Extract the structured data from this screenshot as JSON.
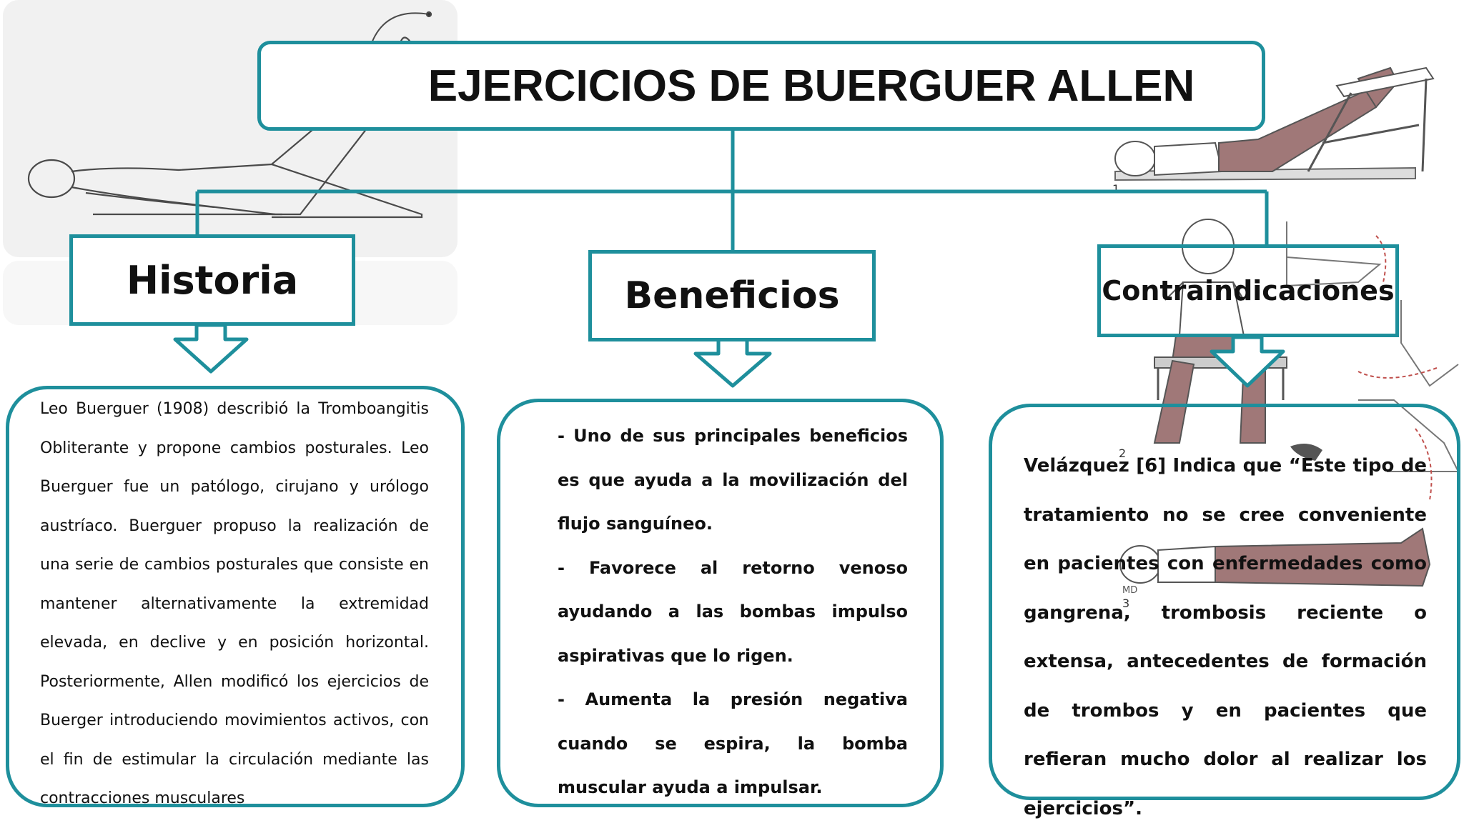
{
  "title": "EJERCICIOS DE BUERGUER ALLEN",
  "colors": {
    "accent": "#1e8f9c",
    "figure_fill": "#a07878",
    "figure_line": "#555555"
  },
  "sections": [
    {
      "heading": "Historia",
      "text": "Leo Buerguer (1908) describió la Tromboangitis Obliterante y propone cambios posturales. Leo Buerguer fue un patólogo, cirujano y urólogo austríaco. Buerguer propuso la realización de una serie de cambios posturales que consiste en mantener alternativamente la extremidad elevada, en declive y en posición horizontal. Posteriormente, Allen modificó los ejercicios de Buerger introduciendo movimientos activos, con el fin de estimular la circulación mediante las contracciones musculares"
    },
    {
      "heading": "Beneficios",
      "items": [
        "- Uno de sus principales beneficios es que ayuda a la movilización del flujo sanguíneo.",
        "- Favorece al retorno venoso ayudando a las bombas impulso aspirativas que lo rigen.",
        "- Aumenta la presión negativa cuando se espira, la bomba muscular ayuda a impulsar."
      ]
    },
    {
      "heading": "Contraindicaciones",
      "text": "Velázquez [6] Indica que “Este tipo de tratamiento no se cree conveniente en pacientes con enfermedades como gangrena, trombosis reciente o extensa, antecedentes de formación de trombos y en pacientes que refieran mucho dolor al realizar los ejercicios”."
    }
  ],
  "figure_labels": [
    "1",
    "2",
    "3",
    "MD"
  ]
}
